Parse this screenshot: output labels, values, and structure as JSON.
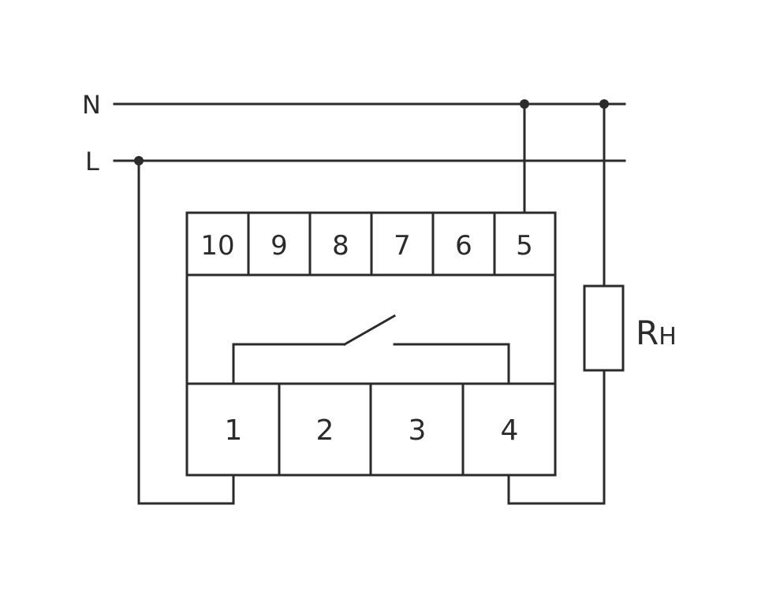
{
  "lines": {
    "neutral": "N",
    "live": "L"
  },
  "terminals_top": [
    "10",
    "9",
    "8",
    "7",
    "6",
    "5"
  ],
  "terminals_bottom": [
    "1",
    "2",
    "3",
    "4"
  ],
  "load": {
    "symbol": "R",
    "subscript": "H"
  },
  "colors": {
    "stroke": "#2b2b2b",
    "background": "#ffffff"
  }
}
